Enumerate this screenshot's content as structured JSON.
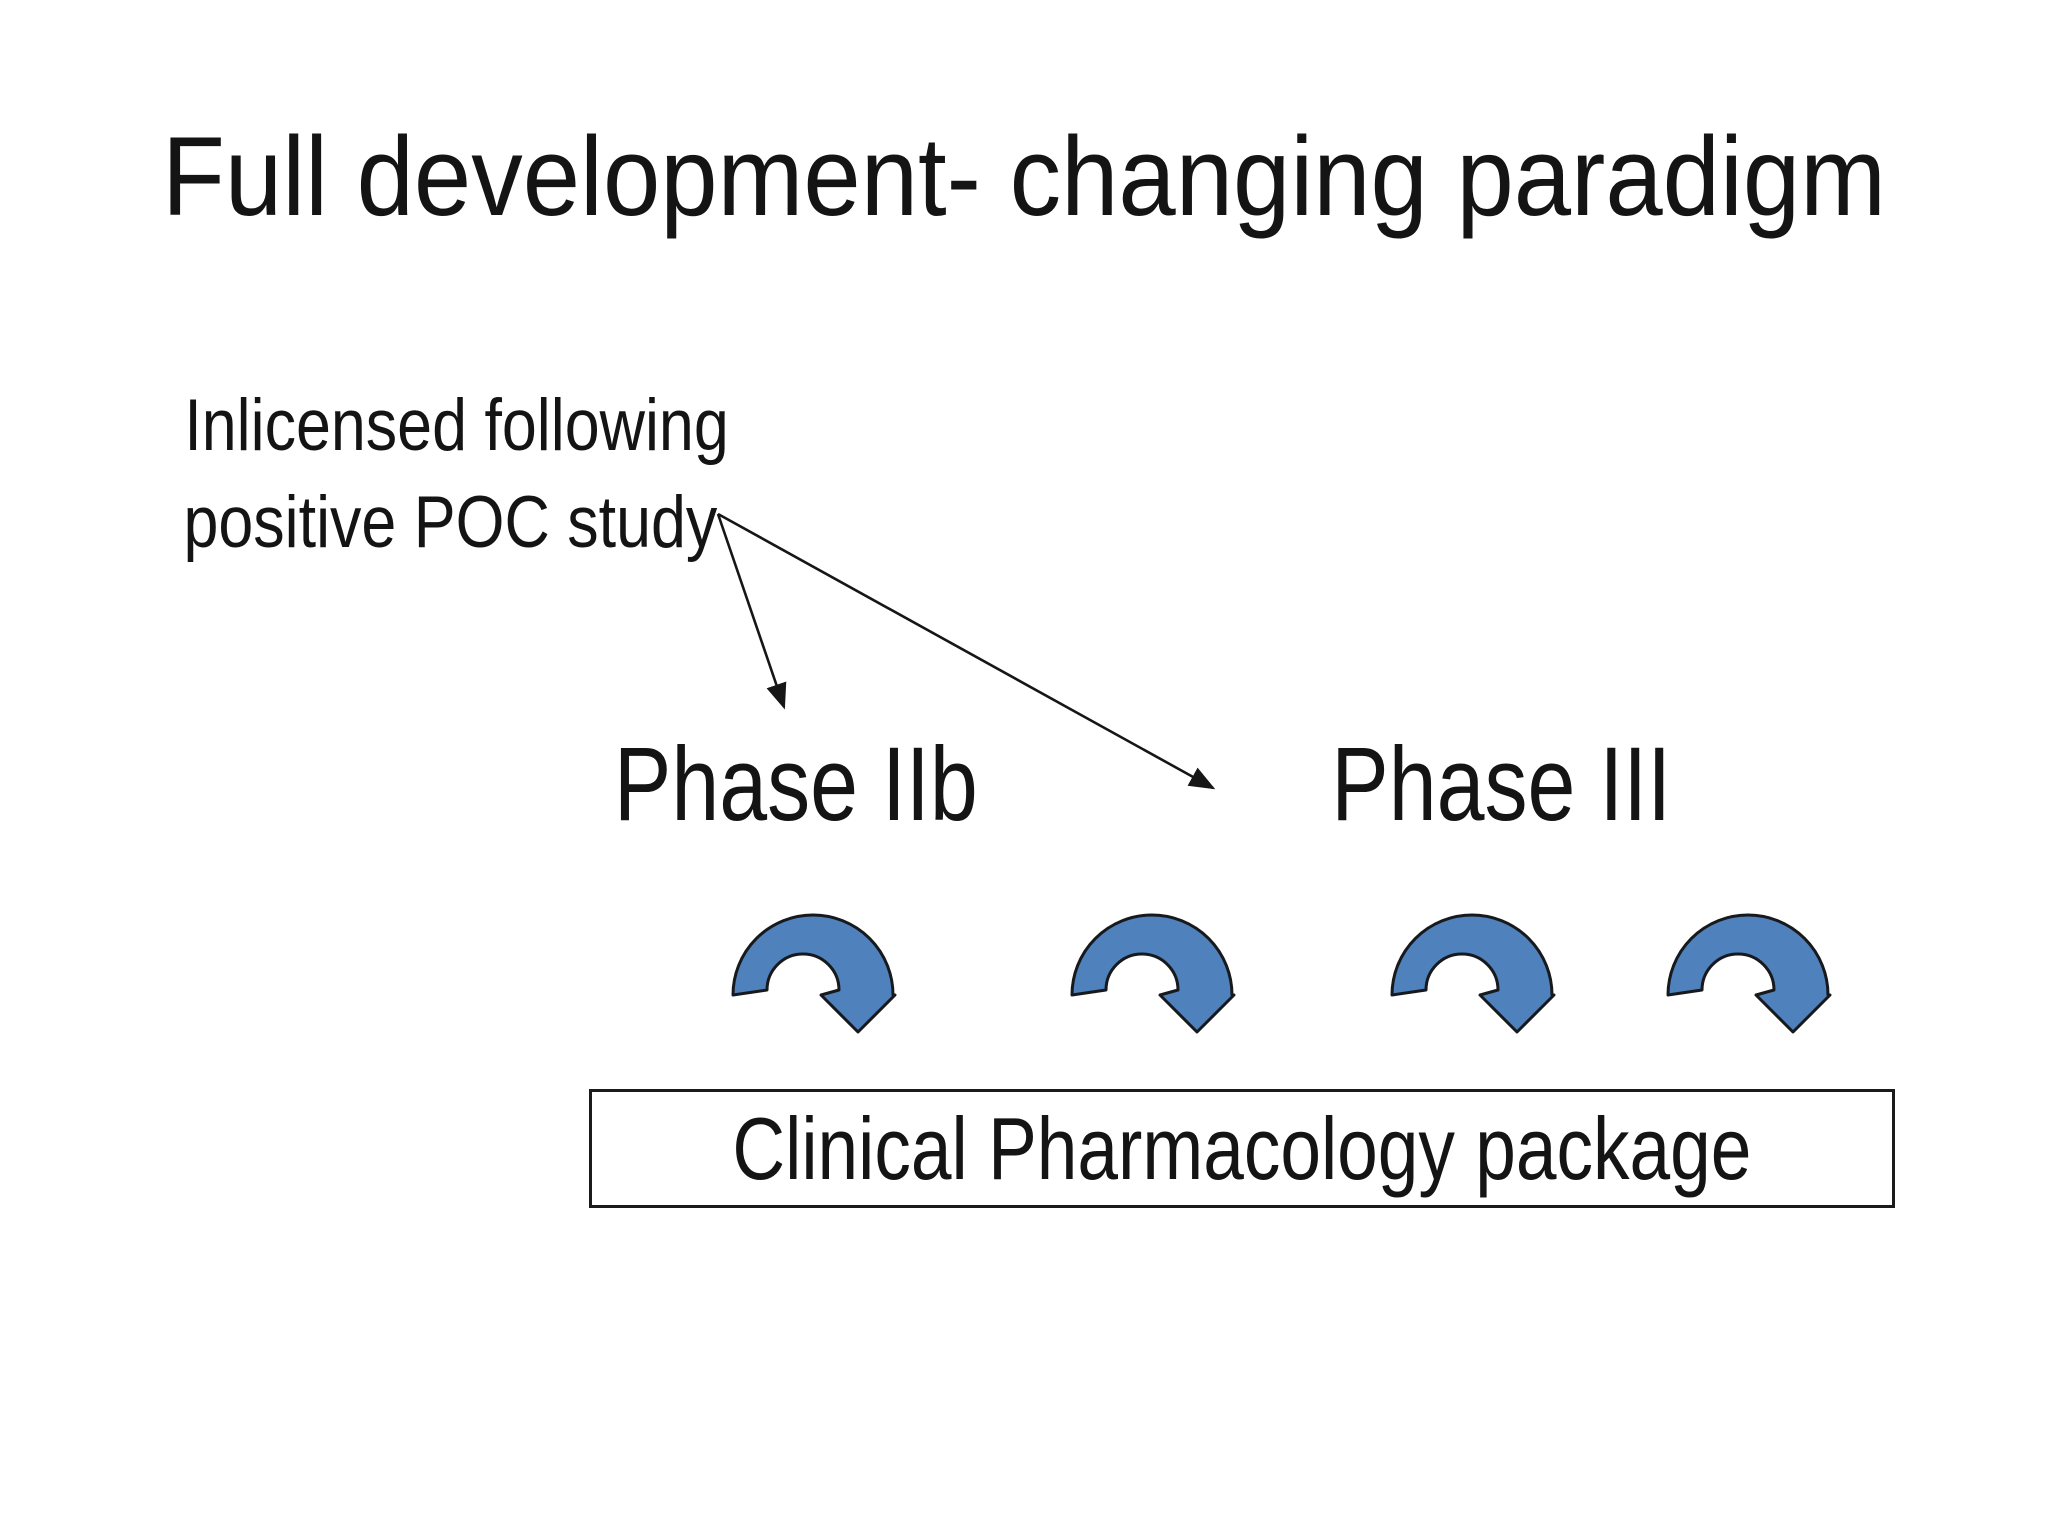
{
  "slide": {
    "title": "Full development- changing paradigm",
    "annotation": {
      "line1": "Inlicensed following",
      "line2": "positive POC study"
    },
    "phase_labels": [
      "Phase IIb",
      "Phase III"
    ],
    "package_box": {
      "label": "Clinical Pharmacology package"
    },
    "curved_arrows": {
      "count": 4,
      "icon": "u-turn-down-arrow-icon"
    },
    "connectors": {
      "icon": "pointer-arrow-line",
      "from": "annotation-text",
      "to": [
        "Phase IIb",
        "Phase III"
      ]
    },
    "colors": {
      "background": "#FFFFFF",
      "text": "#141414",
      "curved_arrow_fill": "#4F81BD",
      "curved_arrow_outline": "#17191D",
      "connector": "#161616",
      "box_border": "#1B1B1B"
    }
  }
}
